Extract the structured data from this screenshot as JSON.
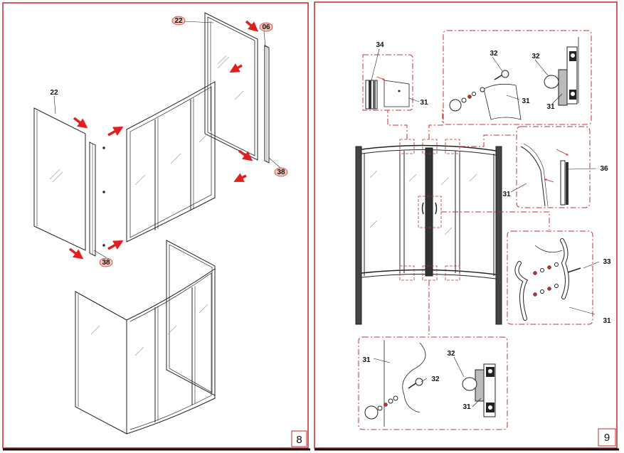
{
  "pages": [
    {
      "number": "8"
    },
    {
      "number": "9"
    }
  ],
  "page8": {
    "labels": {
      "top_panel": "22",
      "top_seal": "06",
      "left_panel": "22",
      "left_seal": "38",
      "right_seal": "38"
    }
  },
  "page9": {
    "labels": {
      "wall_profile": "34",
      "wall_profile_glass": "31",
      "roller_top_a": "32",
      "roller_top_b": "32",
      "roller_top_glass_a": "31",
      "roller_top_glass_b": "31",
      "magnet_seal": "36",
      "magnet_glass": "31",
      "handle": "33",
      "handle_glass": "31",
      "roller_bot_glass_a": "31",
      "roller_bot_a": "32",
      "roller_bot_b": "32",
      "roller_bot_glass_b": "31"
    }
  },
  "colors": {
    "frame_border": "#c0282d",
    "arrow": "#e02020",
    "detail_dash": "#c03030",
    "badge_fill": "#f3c4b8"
  }
}
